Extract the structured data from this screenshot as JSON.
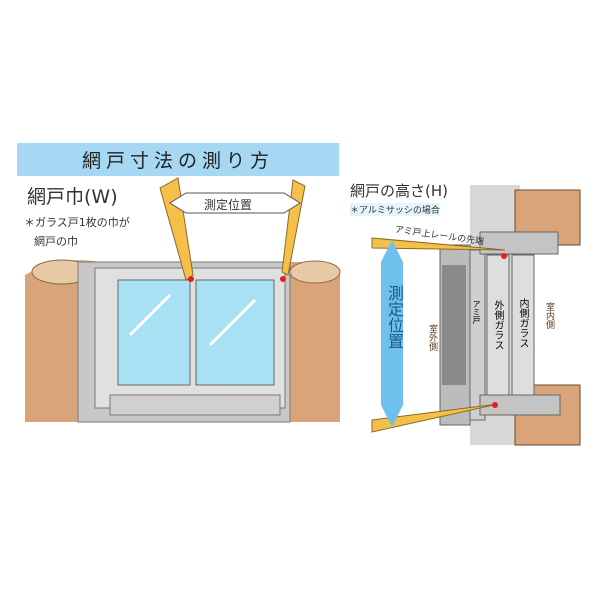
{
  "title": "網戸寸法の測り方",
  "width_section": {
    "heading": "網戸巾(W)",
    "note_line1": "＊ガラス戸1枚の巾が",
    "note_line2": "網戸の巾",
    "measure_label": "測定位置"
  },
  "height_section": {
    "heading": "網戸の高さ(H)",
    "note": "＊アルミサッシの場合",
    "top_rail_label": "アミ戸上レールの先端",
    "measure_label": "測定位置",
    "screen_label": "アミ戸",
    "outer_glass_label": "外側ガラス",
    "inner_glass_label": "内側ガラス",
    "outdoor_label": "室外側",
    "indoor_label": "室内側"
  },
  "colors": {
    "title_bar": "#a6d8f4",
    "arrow_yellow": "#f5c04a",
    "measure_arrow_blue": "#6fc0ec",
    "wall": "#d9a47a",
    "marker_red": "#e02020"
  }
}
